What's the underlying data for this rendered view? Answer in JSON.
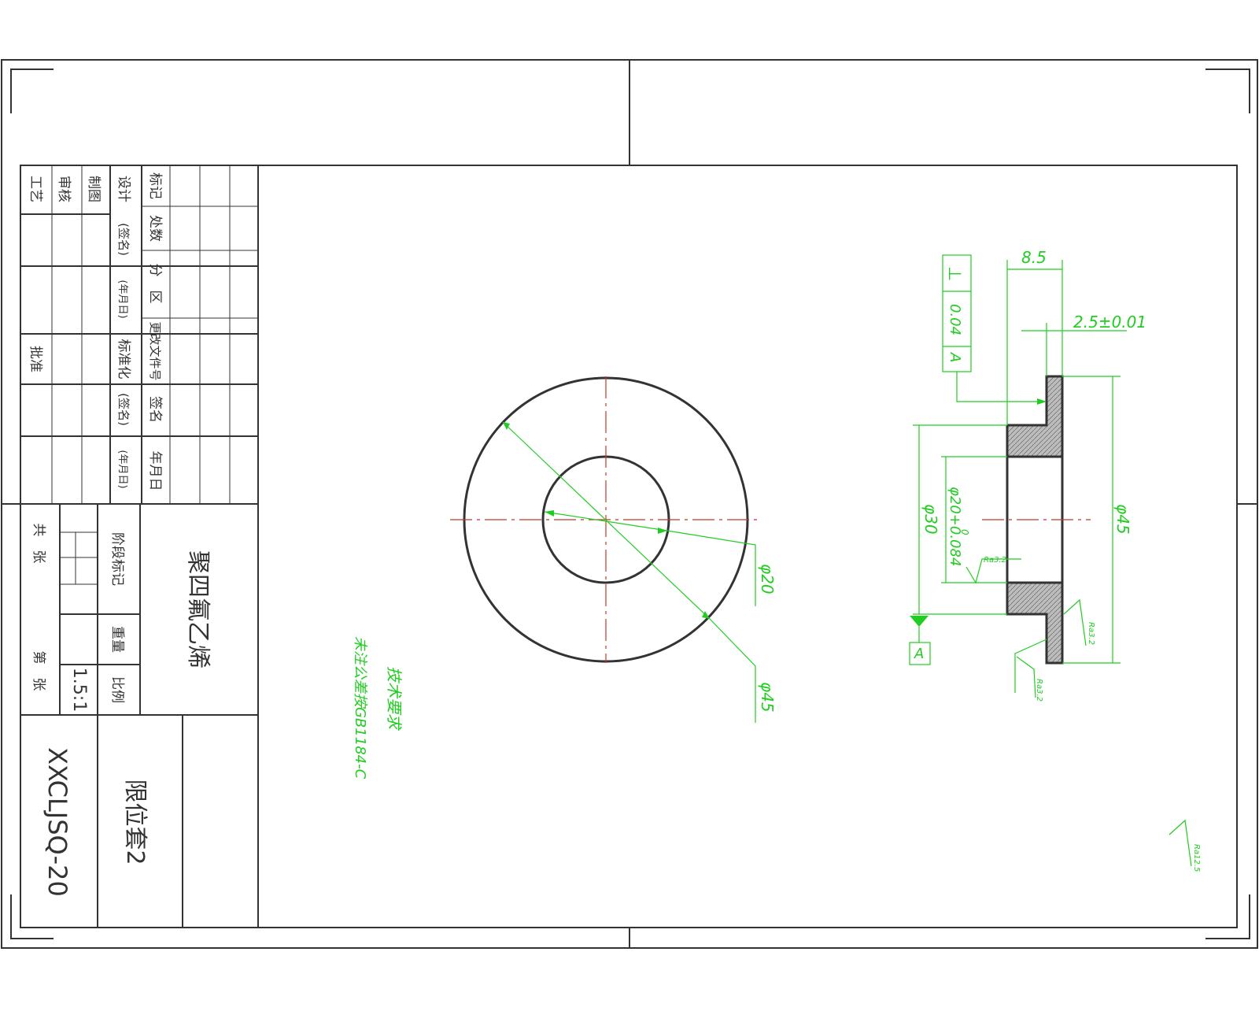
{
  "colors": {
    "outline": "#333333",
    "centerline": "#c0392b",
    "dimension": "#22cc22",
    "hatch": "#bdbdbd"
  },
  "title_block": {
    "material": "聚四氟乙烯",
    "part_name": "限位套2",
    "drawing_no": "XXCLJSQ-20",
    "scale_label": "比例",
    "scale_value": "1.5:1",
    "weight_label": "重量",
    "stage_label": "阶段标记",
    "sheet_total": "共　张",
    "sheet_no": "第　张",
    "revision_headers": [
      "标记",
      "处数",
      "分　区",
      "更改文件号",
      "签名",
      "年月日"
    ],
    "role_rows": [
      "设计",
      "(签名)",
      "(年月日)",
      "标准化",
      "(签名)",
      "(年月日)"
    ],
    "people": [
      "制图",
      "审核",
      "工艺"
    ],
    "approve": "批准"
  },
  "dimensions": {
    "phi20": "φ20",
    "phi45_front": "φ45",
    "width_85": "8.5",
    "flange_25": "2.5±0.01",
    "phi30": "φ30",
    "phi20_tol": "φ20+0.084",
    "phi20_tol_lower": "0",
    "phi45_side": "φ45",
    "datum": "A",
    "ra32_bore": "Ra3.2",
    "ra32_face": "Ra3.2",
    "ra32_bottom": "Ra3.2",
    "ra125_general": "Ra12.5"
  },
  "tolerance_frame": {
    "symbol": "⊥",
    "value": "0.04",
    "datum": "A"
  },
  "tech_requirements": {
    "title": "技术要求",
    "line1": "未注公差按GB1184-C"
  }
}
